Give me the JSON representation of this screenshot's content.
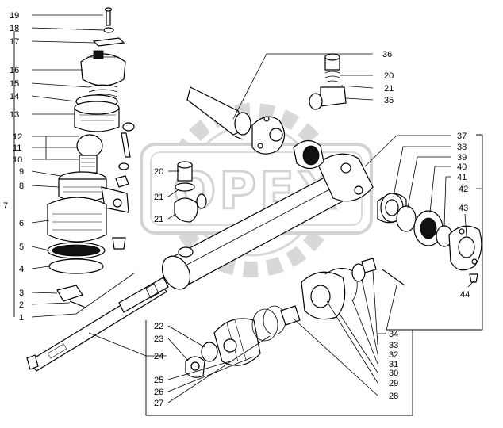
{
  "diagram": {
    "watermark_text": "OPEX",
    "labels": [
      "19",
      "18",
      "17",
      "16",
      "15",
      "14",
      "13",
      "12",
      "11",
      "10",
      "9",
      "8",
      "7",
      "6",
      "5",
      "4",
      "3",
      "2",
      "1",
      "36",
      "20",
      "21",
      "35",
      "20",
      "21",
      "21",
      "37",
      "38",
      "39",
      "40",
      "41",
      "42",
      "43",
      "44",
      "22",
      "23",
      "24",
      "25",
      "26",
      "27",
      "34",
      "33",
      "32",
      "31",
      "30",
      "29",
      "28"
    ]
  }
}
